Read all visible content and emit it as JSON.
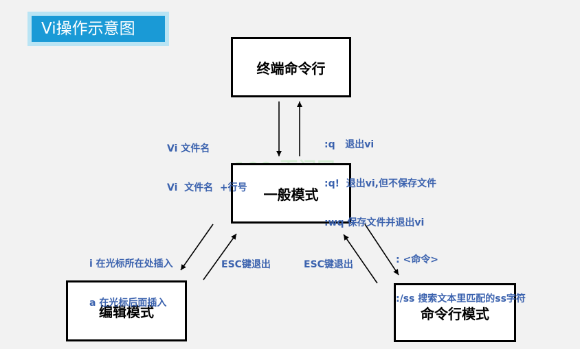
{
  "title": "Vi操作示意图",
  "nodes": {
    "terminal": "终端命令行",
    "normal": "一般模式",
    "edit": "编辑模式",
    "command": "命令行模式"
  },
  "labels": {
    "open_file": [
      "Vi 文件名",
      "Vi  文件名  +行号"
    ],
    "quit": [
      ":q   退出vi",
      ":q!  退出vi,但不保存文件",
      ":wq 保存文件并退出vi"
    ],
    "insert": [
      "i 在光标所在处插入",
      "a 在光标后面插入"
    ],
    "esc_edit": "ESC键退出",
    "esc_cmd": "ESC键退出",
    "cmd": [
      ": <命令>",
      ":/ss 搜索文本里匹配的ss字符"
    ]
  },
  "watermark": "100 百问网",
  "colors": {
    "title_bg": "#1a9ad6",
    "title_border": "#b9e4f4",
    "label_text": "#3b62ae",
    "background": "#f2f2f2"
  }
}
